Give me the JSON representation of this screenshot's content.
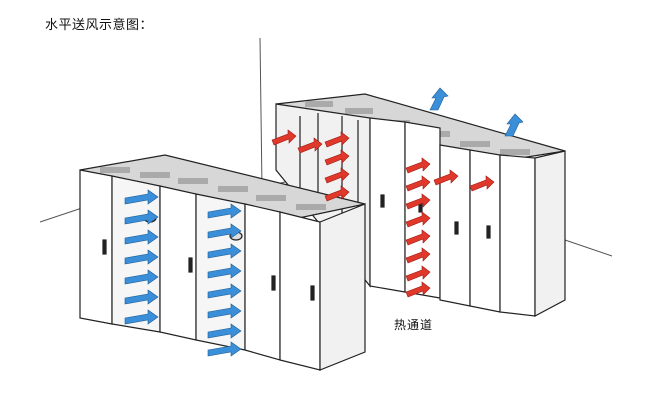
{
  "title": "水平送风示意图：",
  "labels": {
    "hot_aisle": "热通道"
  },
  "colors": {
    "cold_air": "#3a8fd8",
    "hot_air": "#e0382b",
    "outline": "#222222",
    "rack_face": "#ffffff",
    "rack_side": "#f1f1f1",
    "rack_top": "#d7d7d7"
  },
  "icons": {
    "cold_airflow": "arrow-icon-blue",
    "hot_airflow": "arrow-icon-red",
    "exhaust": "up-arrow-icon-blue"
  }
}
